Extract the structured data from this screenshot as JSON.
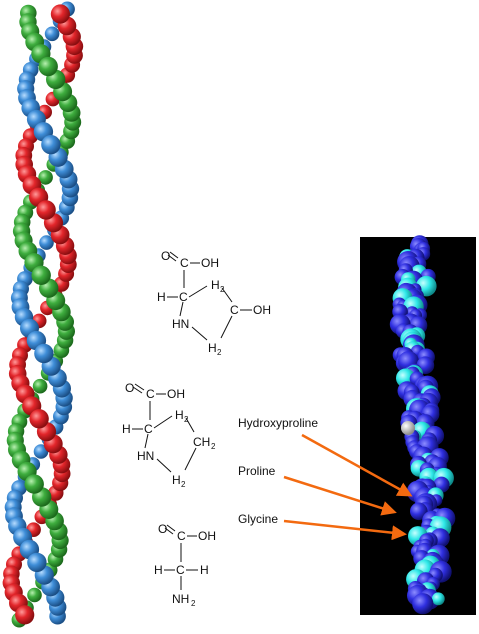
{
  "colors": {
    "strand_a": "#e3262b",
    "strand_b": "#3f8ed8",
    "strand_c": "#3fae3f",
    "panel_bg": "#000000",
    "panel_blue": "#2f2fe0",
    "panel_cyan": "#2fe8e8",
    "arrow": "#f36a10"
  },
  "labels": {
    "hydroxyproline": "Hydroxyproline",
    "proline": "Proline",
    "glycine": "Glycine"
  },
  "structures": {
    "hydroxyproline": {
      "carboxyl_c": "C",
      "carboxyl_o": "O",
      "carboxyl_oh": "OH",
      "h_left": "H",
      "c_alpha": "C",
      "ch2_top": "H",
      "ch2_top_sub": "2",
      "c_ring": "C",
      "c_ring_oh": "OH",
      "nh": "HN",
      "ch2_bottom": "H",
      "ch2_bottom_sub": "2"
    },
    "proline": {
      "carboxyl_c": "C",
      "carboxyl_o": "O",
      "carboxyl_oh": "OH",
      "h_left": "H",
      "c_alpha": "C",
      "ch2_top": "H",
      "ch2_top_sub": "2",
      "ch2_right": "CH",
      "ch2_right_sub": "2",
      "nh": "HN",
      "ch2_bottom": "H",
      "ch2_bottom_sub": "2"
    },
    "glycine": {
      "carboxyl_c": "C",
      "carboxyl_o": "O",
      "carboxyl_oh": "OH",
      "h_left": "H",
      "c_alpha": "C",
      "h_right": "H",
      "nh2": "NH",
      "nh2_sub": "2"
    }
  }
}
